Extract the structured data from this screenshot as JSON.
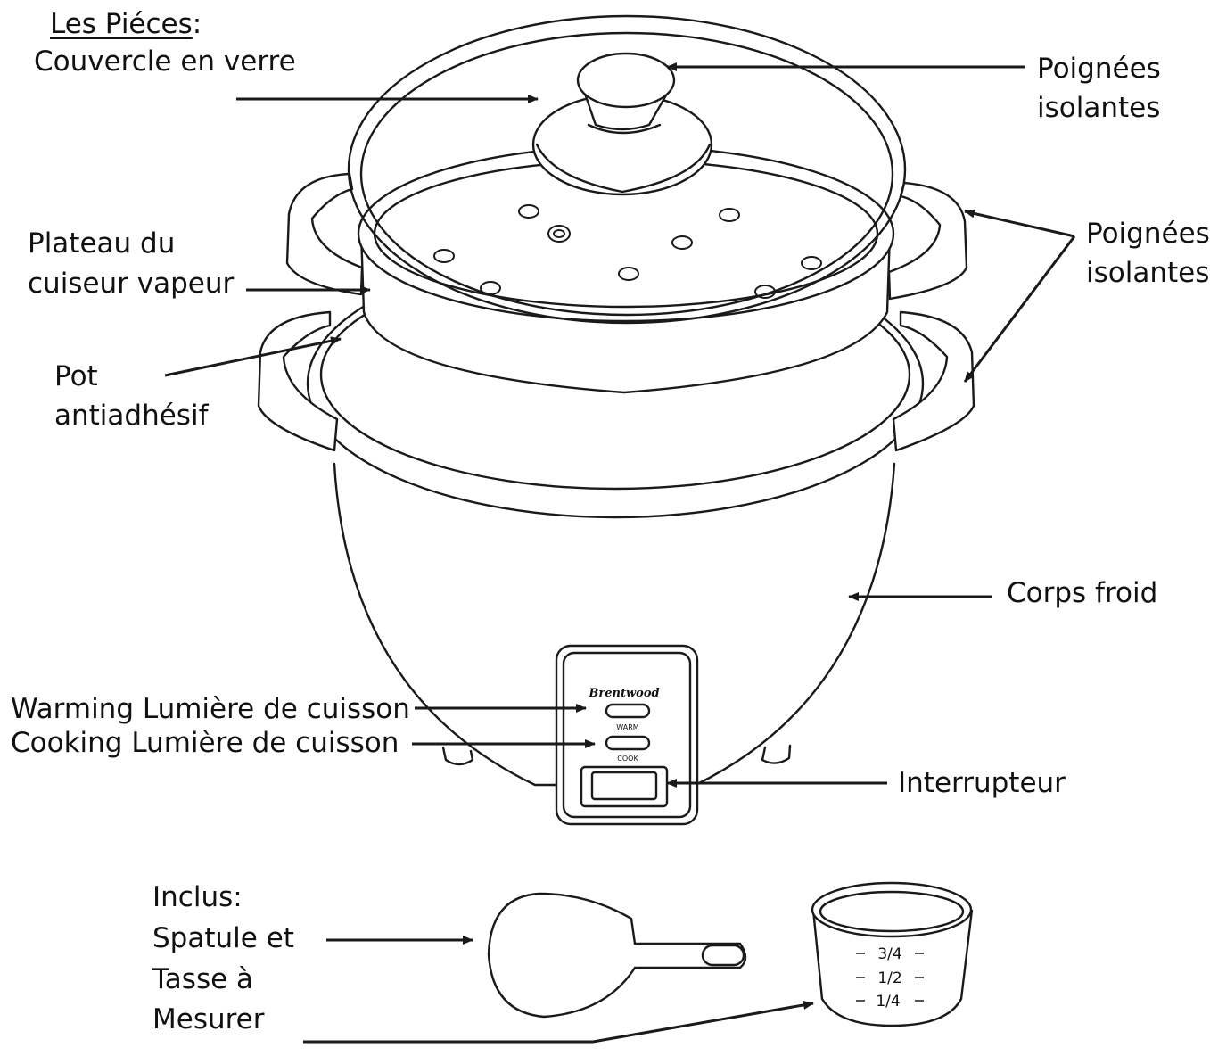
{
  "heading": "Les Piéces",
  "heading_suffix": ":",
  "labels": {
    "couvercle": "Couvercle en verre",
    "poignees_top_1": "Poignées",
    "poignees_top_2": "isolantes",
    "poignees_side_1": "Poignées",
    "poignees_side_2": "isolantes",
    "plateau_1": "Plateau du",
    "plateau_2": "cuiseur vapeur",
    "pot_1": "Pot",
    "pot_2": "antiadhésif",
    "corps": "Corps froid",
    "warming": "Warming Lumière de cuisson",
    "cooking": "Cooking Lumière de cuisson",
    "interrupteur": "Interrupteur",
    "inclus_1": "Inclus:",
    "inclus_2": "Spatule et",
    "inclus_3": "Tasse à",
    "inclus_4": "Mesurer"
  },
  "panel": {
    "brand": "Brentwood",
    "warm": "WARM",
    "cook": "COOK"
  },
  "cup_marks": [
    "3/4",
    "1/2",
    "1/4"
  ],
  "colors": {
    "line": "#1a1a1a",
    "text": "#111111",
    "background": "#ffffff"
  }
}
